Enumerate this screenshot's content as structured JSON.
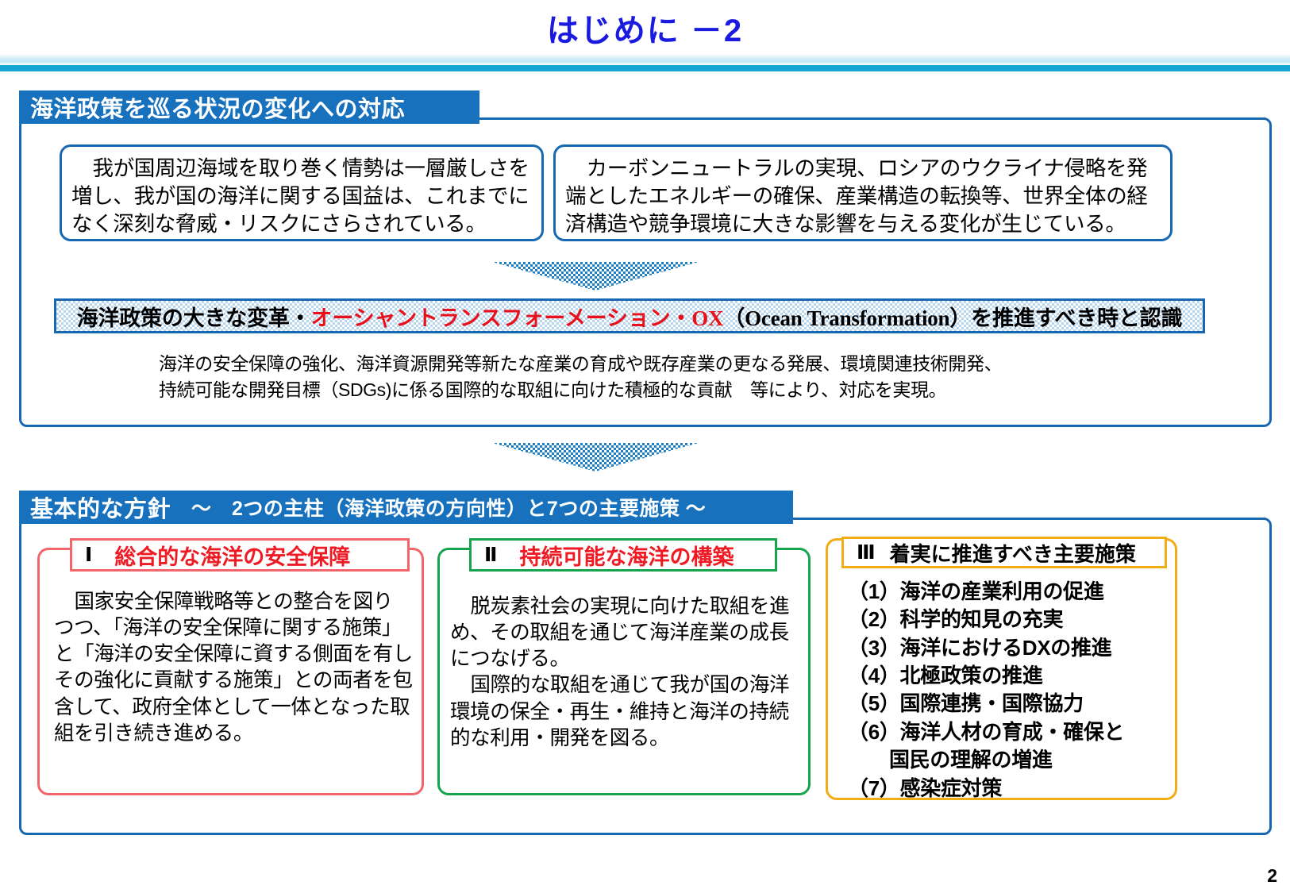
{
  "title": "はじめに －2",
  "page_number": "2",
  "colors": {
    "title_blue": "#1a1ae0",
    "tab_blue": "#1771bd",
    "frame_blue": "#1668b3",
    "accent_red": "#ee1b24",
    "pillar1_border": "#f2656b",
    "pillar2_border": "#16a44e",
    "pillar3_border": "#f2ad14",
    "rule_cyan": "#16a3d6"
  },
  "section1": {
    "tab_label": "海洋政策を巡る状況の変化への対応",
    "box_left": "我が国周辺海域を取り巻く情勢は一層厳しさを増し、我が国の海洋に関する国益は、これまでになく深刻な脅威・リスクにさらされている。",
    "box_right": "カーボンニュートラルの実現、ロシアのウクライナ侵略を発端としたエネルギーの確保、産業構造の転換等、世界全体の経済構造や競争環境に大きな影響を与える変化が生じている。",
    "banner": {
      "part1": "海洋政策の大きな変革・",
      "part2_red": "オーシャントランスフォーメーション・OX",
      "part3": "（Ocean Transformation）を推進すべき時と認識"
    },
    "note_line1": "海洋の安全保障の強化、海洋資源開発等新たな産業の育成や既存産業の更なる発展、環境関連技術開発、",
    "note_line2": "持続可能な開発目標（SDGs)に係る国際的な取組に向けた積極的な貢献　等により、対応を実現。"
  },
  "section2": {
    "tab_label_main": "基本的な方針",
    "tab_label_sub": "～　2つの主柱（海洋政策の方向性）と7つの主要施策 ～",
    "pillar1": {
      "roman": "Ⅰ",
      "title": "総合的な海洋の安全保障",
      "body": "国家安全保障戦略等との整合を図りつつ、「海洋の安全保障に関する施策」と「海洋の安全保障に資する側面を有しその強化に貢献する施策」との両者を包含して、政府全体として一体となった取組を引き続き進める。"
    },
    "pillar2": {
      "roman": "Ⅱ",
      "title": "持続可能な海洋の構築",
      "body_p1": "脱炭素社会の実現に向けた取組を進め、その取組を通じて海洋産業の成長につなげる。",
      "body_p2": "国際的な取組を通じて我が国の海洋環境の保全・再生・維持と海洋の持続的な利用・開発を図る。"
    },
    "pillar3": {
      "roman": "Ⅲ",
      "title": "着実に推進すべき主要施策",
      "items": [
        "（1）海洋の産業利用の促進",
        "（2）科学的知見の充実",
        "（3）海洋におけるDXの推進",
        "（4）北極政策の推進",
        "（5）国際連携・国際協力",
        "（6）海洋人材の育成・確保と",
        "国民の理解の増進",
        "（7）感染症対策"
      ]
    }
  }
}
